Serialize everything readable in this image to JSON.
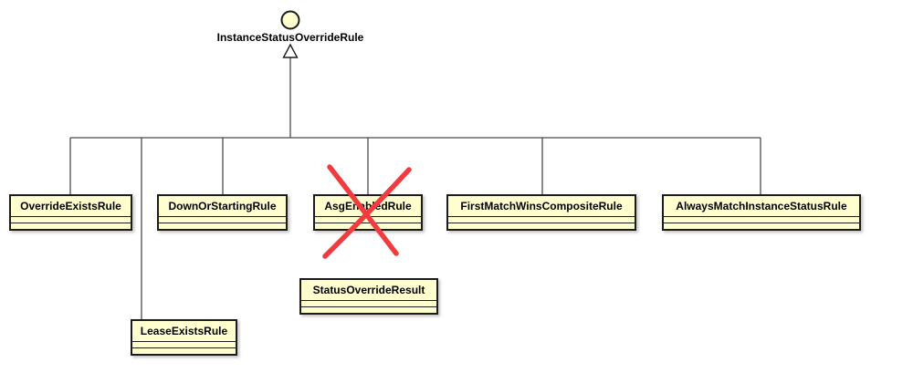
{
  "diagram": {
    "type": "uml-class-diagram",
    "interface": {
      "label": "InstanceStatusOverrideRule"
    },
    "classes": [
      {
        "label": "OverrideExistsRule"
      },
      {
        "label": "DownOrStartingRule"
      },
      {
        "label": "AsgEnabledRule",
        "annotation": "crossed-out-red-x"
      },
      {
        "label": "FirstMatchWinsCompositeRule"
      },
      {
        "label": "AlwaysMatchInstanceStatusRule"
      },
      {
        "label": "StatusOverrideResult"
      },
      {
        "label": "LeaseExistsRule"
      }
    ],
    "relationships": {
      "kind": "generalization",
      "parent": "InstanceStatusOverrideRule",
      "children": [
        "OverrideExistsRule",
        "DownOrStartingRule",
        "AsgEnabledRule",
        "FirstMatchWinsCompositeRule",
        "AlwaysMatchInstanceStatusRule",
        "LeaseExistsRule"
      ]
    },
    "colors": {
      "node_fill": "#FEFECE",
      "node_border": "#1C1C1C",
      "connector": "#4A4A4A",
      "cross_mark": "#F13B3F",
      "background": "#FFFFFF"
    }
  }
}
